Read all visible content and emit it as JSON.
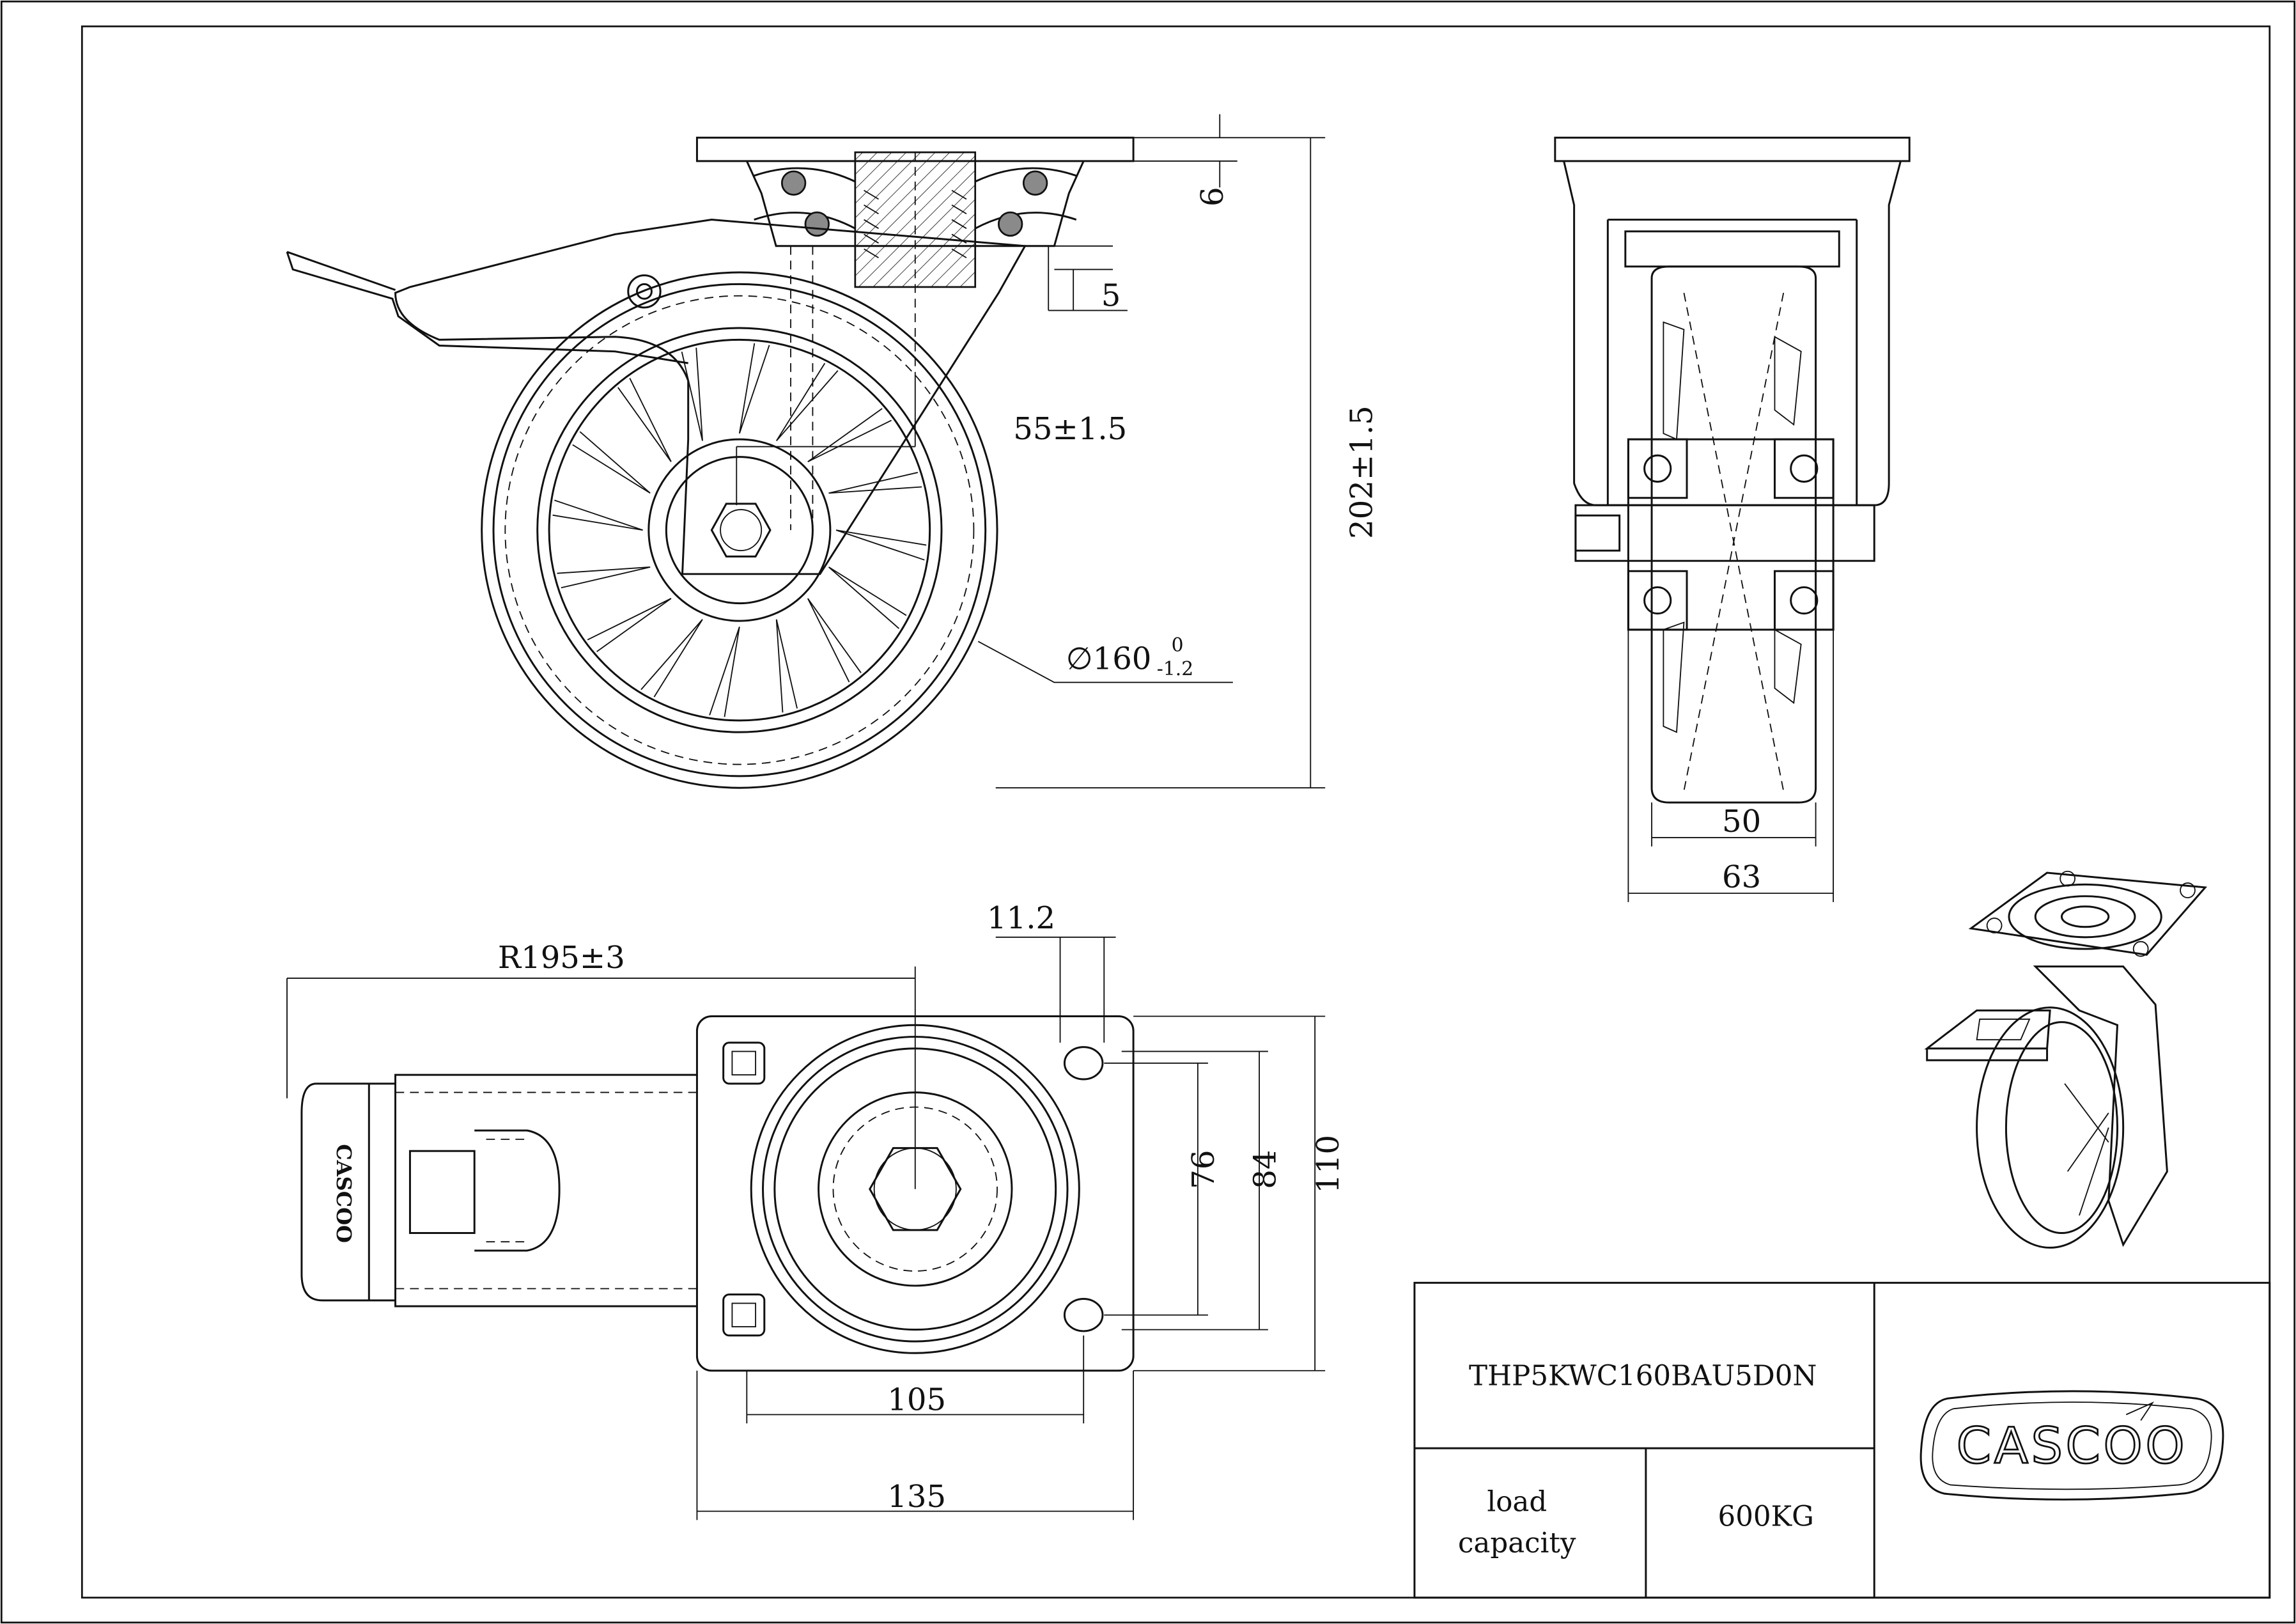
{
  "dimensions": {
    "plate_thickness": "6",
    "bearing_offset": "5",
    "swivel_offset": "55±1.5",
    "total_height": "202±1.5",
    "wheel_diameter": "∅160",
    "wheel_diameter_tol_upper": "0",
    "wheel_diameter_tol_lower": "-1.2",
    "wheel_width": "50",
    "bracket_width": "63",
    "hole_diameter": "11.2",
    "swivel_radius": "R195±3",
    "hole_spacing_short": "76",
    "plate_inner": "84",
    "plate_width": "110",
    "hole_spacing_long": "105",
    "plate_length": "135"
  },
  "title_block": {
    "part_number": "THP5KWC160BAU5D0N",
    "load_label_line1": "load",
    "load_label_line2": "capacity",
    "load_value": "600KG",
    "logo_text": "CASCOO"
  },
  "brake_pedal_logo": "CASCOO"
}
